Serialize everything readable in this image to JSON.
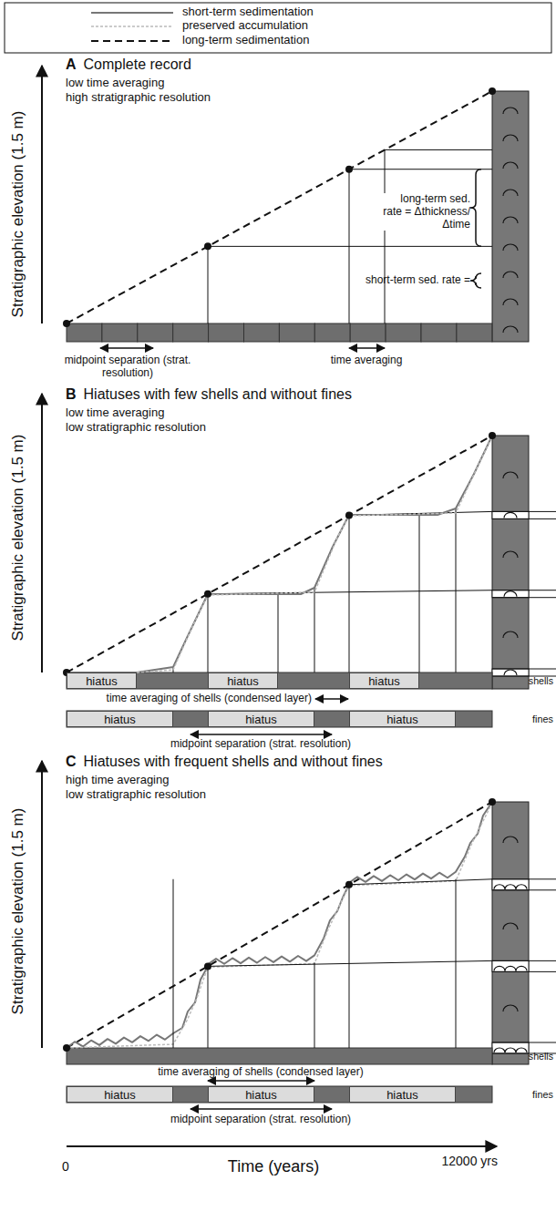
{
  "diagram": {
    "nodes": [
      {
        "text": [
          "hiatus"
        ]
      },
      {
        "text": [
          "hiatus"
        ]
      },
      {
        "text": [
          "hiatus"
        ]
      },
      {
        "text": [
          "hiatus"
        ]
      },
      {
        "text": [
          "hiatus"
        ]
      },
      {
        "text": [
          "hiatus"
        ]
      },
      {
        "text": [
          "hiatus"
        ]
      },
      {
        "text": [
          "hiatus"
        ]
      },
      {
        "text": [
          "hiatus"
        ]
      }
    ],
    "edges": [],
    "labels": [
      "A",
      "Complete record",
      "low time averaging",
      "high stratigraphic resolution",
      "Stratigraphic elevation (1.5 m)",
      "long-term sed. rate = Δthickness/Δtime",
      "short-term sed. rate =",
      "midpoint separation (strat. resolution)",
      "time averaging",
      "B",
      "Hiatuses with few shells and without fines",
      "low time averaging",
      "low stratigraphic resolution",
      "Stratigraphic elevation (1.5 m)",
      "shells",
      "time averaging of shells (condensed layer)",
      "fines",
      "midpoint separation (strat. resolution)",
      "C",
      "Hiatuses with frequent shells and without fines",
      "high time averaging",
      "low stratigraphic resolution",
      "Stratigraphic elevation (1.5 m)",
      "shells",
      "time averaging of shells (condensed layer)",
      "fines",
      "midpoint separation (strat. resolution)",
      "0",
      "Time (years)",
      "12000 yrs"
    ],
    "legend": [
      {
        "text": "short-term sedimentation"
      },
      {
        "text": "preserved accumulation"
      },
      {
        "text": "long-term sedimentation"
      }
    ]
  }
}
